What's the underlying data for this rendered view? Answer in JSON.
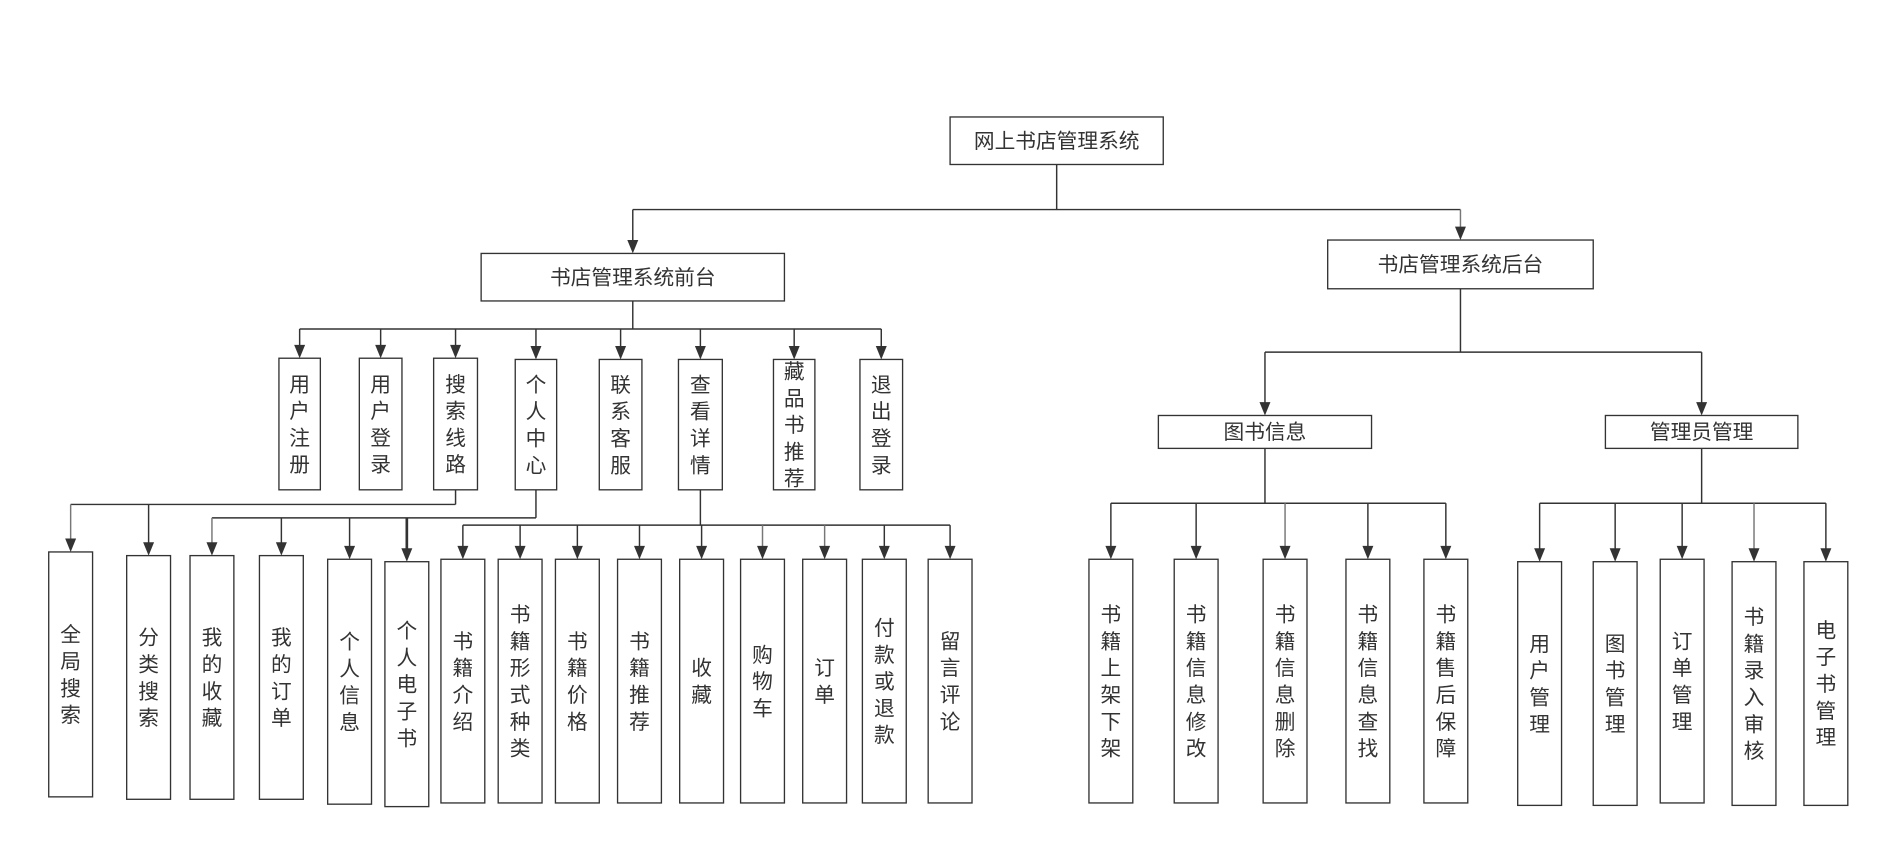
{
  "diagram": {
    "type": "tree",
    "root": {
      "id": "root",
      "label": "网上书店管理系统",
      "children": [
        {
          "id": "front",
          "label": "书店管理系统前台",
          "children": [
            {
              "id": "f-reg",
              "label": "用户注册"
            },
            {
              "id": "f-login",
              "label": "用户登录"
            },
            {
              "id": "f-search",
              "label": "搜索线路",
              "children": [
                {
                  "id": "f-search-global",
                  "label": "全局搜索"
                },
                {
                  "id": "f-search-cat",
                  "label": "分类搜索"
                }
              ]
            },
            {
              "id": "f-personal",
              "label": "个人中心",
              "children": [
                {
                  "id": "f-p-fav",
                  "label": "我的收藏"
                },
                {
                  "id": "f-p-orders",
                  "label": "我的订单"
                },
                {
                  "id": "f-p-info",
                  "label": "个人信息"
                },
                {
                  "id": "f-p-ebook",
                  "label": "个人电子书"
                }
              ]
            },
            {
              "id": "f-contact",
              "label": "联系客服"
            },
            {
              "id": "f-detail",
              "label": "查看详情",
              "children": [
                {
                  "id": "f-d-intro",
                  "label": "书籍介绍"
                },
                {
                  "id": "f-d-format",
                  "label": "书籍形式种类"
                },
                {
                  "id": "f-d-price",
                  "label": "书籍价格"
                },
                {
                  "id": "f-d-recommend",
                  "label": "书籍推荐"
                },
                {
                  "id": "f-d-fav",
                  "label": "收藏"
                },
                {
                  "id": "f-d-cart",
                  "label": "购物车"
                },
                {
                  "id": "f-d-order",
                  "label": "订单"
                },
                {
                  "id": "f-d-pay",
                  "label": "付款或退款"
                },
                {
                  "id": "f-d-comment",
                  "label": "留言评论"
                }
              ]
            },
            {
              "id": "f-collection",
              "label": "藏品书推荐"
            },
            {
              "id": "f-logout",
              "label": "退出登录"
            }
          ]
        },
        {
          "id": "back",
          "label": "书店管理系统后台",
          "children": [
            {
              "id": "b-book",
              "label": "图书信息",
              "children": [
                {
                  "id": "b-b-shelf",
                  "label": "书籍上架下架"
                },
                {
                  "id": "b-b-edit",
                  "label": "书籍信息修改"
                },
                {
                  "id": "b-b-delete",
                  "label": "书籍信息删除"
                },
                {
                  "id": "b-b-find",
                  "label": "书籍信息查找"
                },
                {
                  "id": "b-b-aftersale",
                  "label": "书籍售后保障"
                }
              ]
            },
            {
              "id": "b-admin",
              "label": "管理员管理",
              "children": [
                {
                  "id": "b-a-user",
                  "label": "用户管理"
                },
                {
                  "id": "b-a-book",
                  "label": "图书管理"
                },
                {
                  "id": "b-a-order",
                  "label": "订单管理"
                },
                {
                  "id": "b-a-review",
                  "label": "书籍录入审核"
                },
                {
                  "id": "b-a-ebook",
                  "label": "电子书管理"
                }
              ]
            }
          ]
        }
      ]
    }
  },
  "colors": {
    "line": "#333333",
    "line_light": "#777777",
    "box_border": "#333333",
    "text": "#333333",
    "background": "#ffffff"
  }
}
